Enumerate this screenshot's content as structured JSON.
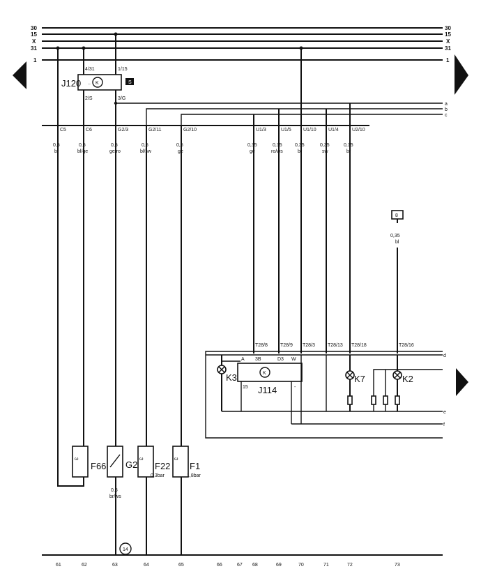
{
  "buses": {
    "left": [
      "30",
      "15",
      "X",
      "31",
      "1"
    ],
    "right": [
      "30",
      "15",
      "X",
      "31",
      "1"
    ]
  },
  "relay": {
    "label": "J120",
    "pin_top_left": "4/31",
    "pin_top_right": "1/15",
    "pin_bottom_left": "2/S",
    "pin_bottom_right": "3/G",
    "ref": "S"
  },
  "right_side_refs": [
    "a",
    "b",
    "c",
    "d",
    "e",
    "f"
  ],
  "connectors": [
    "C5",
    "C6",
    "G2/3",
    "G2/11",
    "G2/10",
    "U1/3",
    "U1/5",
    "U1/10",
    "U1/4",
    "U2/10"
  ],
  "wires": {
    "sizes": [
      "0,5",
      "0,5",
      "0,5",
      "0,5",
      "0,5",
      "0,35",
      "0,35",
      "0,35",
      "0,35",
      "0,35"
    ],
    "colors": [
      "br",
      "bl/ge",
      "ge/ro",
      "bl/sw",
      "ge",
      "ge",
      "ro/ws",
      "br",
      "sw",
      "br"
    ]
  },
  "aux_wire": {
    "ref": "8",
    "size": "0,35",
    "color": "bl"
  },
  "instrument": {
    "label": "J114",
    "plugs": [
      "T28/8",
      "T28/9",
      "T28/3",
      "T28/13",
      "T28/18",
      "T28/16"
    ],
    "pins": [
      "A",
      "3B",
      "D3",
      "W",
      "15",
      "-"
    ],
    "lamps": [
      "K3",
      "K7",
      "K2"
    ]
  },
  "sensors": [
    {
      "label": "F66",
      "note": ""
    },
    {
      "label": "G2",
      "note": ""
    },
    {
      "label": "F22",
      "note": "0,3bar"
    },
    {
      "label": "F1",
      "note": "1,8bar"
    }
  ],
  "ground_wire": {
    "size": "0,5",
    "color": "br/ws",
    "ground_ref": "14"
  },
  "track_numbers": [
    "61",
    "62",
    "63",
    "64",
    "65",
    "66",
    "67",
    "68",
    "69",
    "70",
    "71",
    "72",
    "73"
  ]
}
